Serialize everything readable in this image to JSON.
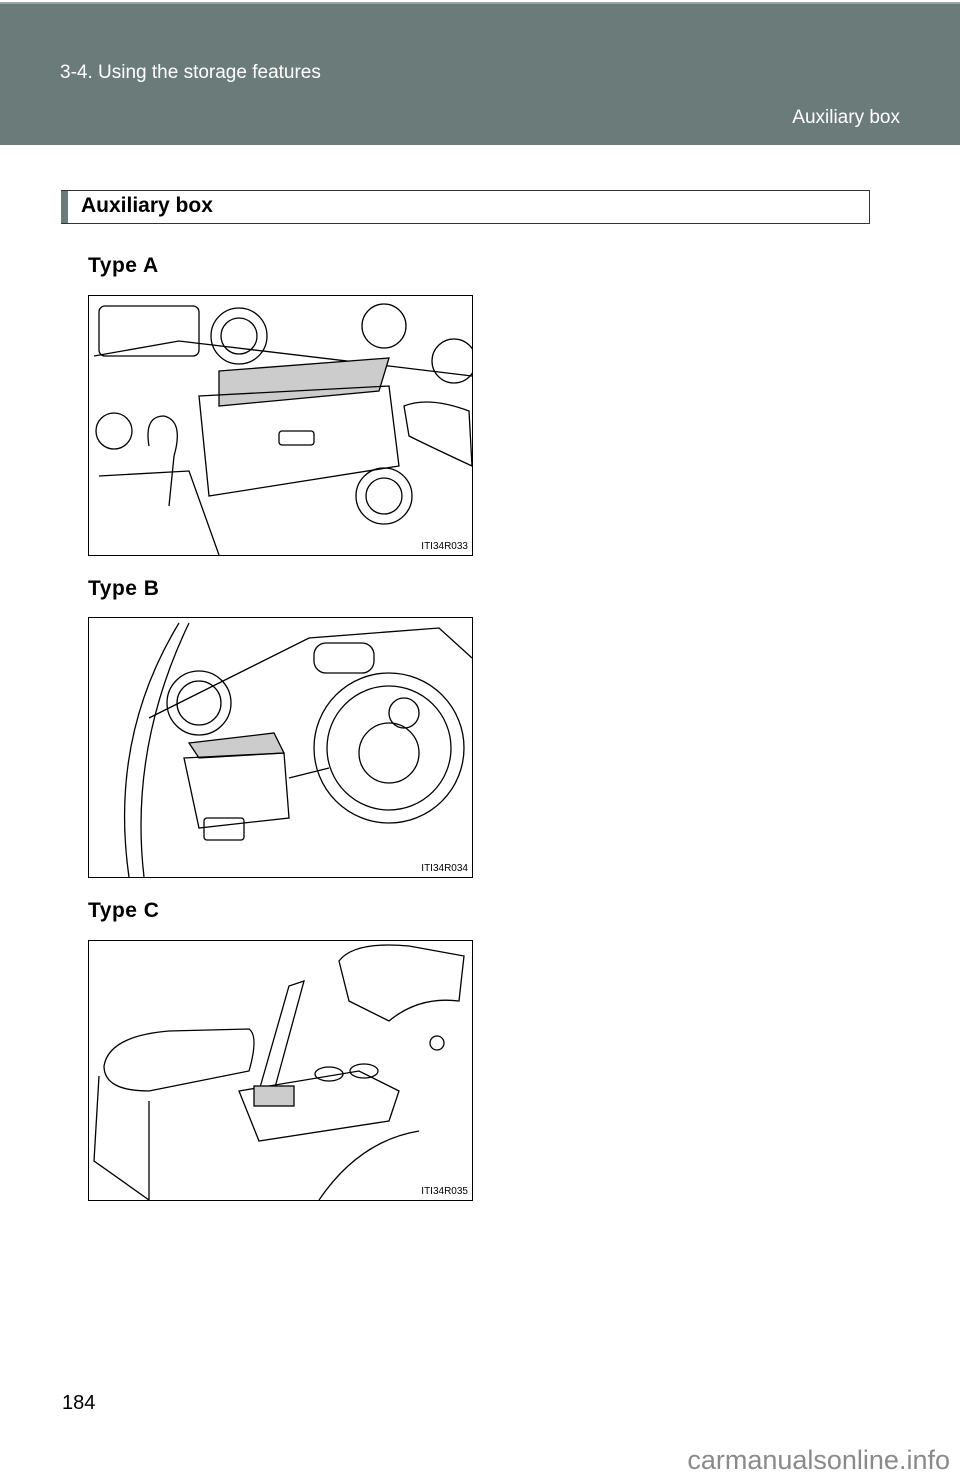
{
  "header": {
    "section": "3-4. Using the storage features",
    "subsection": "Auxiliary box"
  },
  "title": "Auxiliary box",
  "figures": [
    {
      "label": "Type A",
      "code": "ITI34R033"
    },
    {
      "label": "Type B",
      "code": "ITI34R034"
    },
    {
      "label": "Type C",
      "code": "ITI34R035"
    }
  ],
  "page_number": "184",
  "watermark": "carmanualsonline.info"
}
